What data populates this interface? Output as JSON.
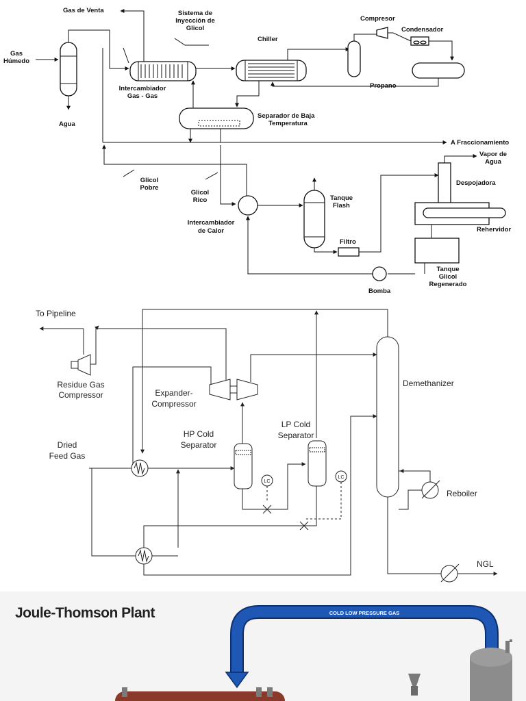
{
  "glycol": {
    "gas_de_venta": "Gas de Venta",
    "sistema_1": "Sistema de",
    "sistema_2": "Inyección de",
    "sistema_3": "Glicol",
    "compresor": "Compresor",
    "condensador": "Condensador",
    "chiller": "Chiller",
    "gas_1": "Gas",
    "gas_2": "Húmedo",
    "agua": "Agua",
    "intercambiador_1": "Intercambiador",
    "intercambiador_2": "Gas - Gas",
    "propano": "Propano",
    "separador_1": "Separador de Baja",
    "separador_2": "Temperatura",
    "fraccionamiento": "A Fraccionamiento",
    "vapor_1": "Vapor de",
    "vapor_2": "Agua",
    "despojadora": "Despojadora",
    "glicol_pobre_1": "Glicol",
    "glicol_pobre_2": "Pobre",
    "glicol_rico_1": "Glicol",
    "glicol_rico_2": "Rico",
    "tanque_flash_1": "Tanque",
    "tanque_flash_2": "Flash",
    "int_calor_1": "Intercambiador",
    "int_calor_2": "de Calor",
    "rehervidor": "Rehervidor",
    "filtro": "Filtro",
    "tanque_glicol_1": "Tanque",
    "tanque_glicol_2": "Glicol",
    "tanque_glicol_3": "Regenerado",
    "bomba": "Bomba"
  },
  "turbo": {
    "to_pipeline": "To  Pipeline",
    "residue_1": "Residue Gas",
    "residue_2": "Compressor",
    "expander_1": "Expander-",
    "expander_2": "Compressor",
    "demethanizer": "Demethanizer",
    "hp_1": "HP Cold",
    "hp_2": "Separator",
    "lp_1": "LP Cold",
    "lp_2": "Separator",
    "dried_1": "Dried",
    "dried_2": "Feed Gas",
    "reboiler": "Reboiler",
    "ngl": "NGL",
    "lc": "LC"
  },
  "jt": {
    "title": "Joule-Thomson Plant",
    "pipe_label": "COLD LOW PRESSURE GAS"
  },
  "colors": {
    "pipe_blue": "#1f57b5",
    "vessel_red": "#8a3a2a",
    "tank_gray": "#8c8c8c"
  }
}
